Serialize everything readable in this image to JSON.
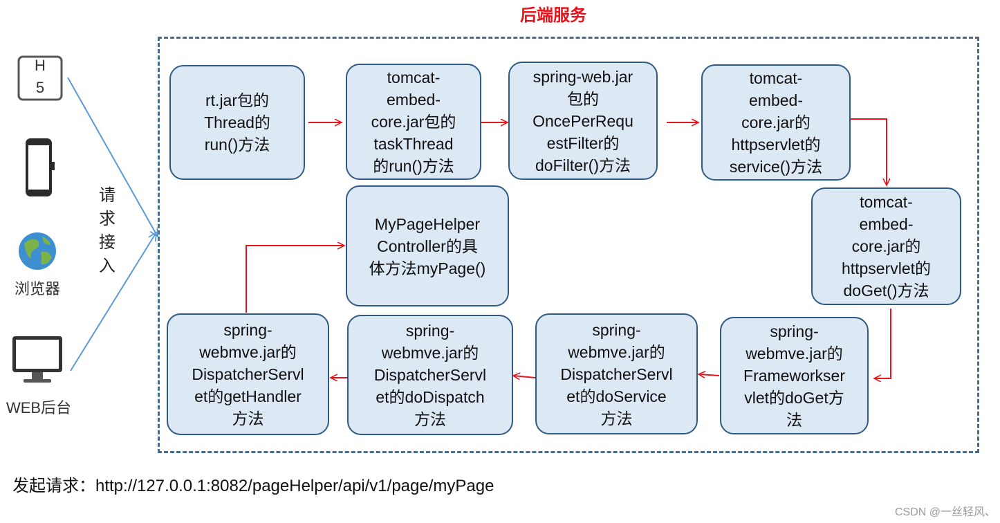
{
  "title": "后端服务",
  "clients": [
    {
      "icon": "h5-icon",
      "h5_line1": "H",
      "h5_line2": "5"
    },
    {
      "icon": "phone-icon"
    },
    {
      "icon": "globe-icon",
      "label": "浏览器"
    },
    {
      "icon": "monitor-icon",
      "label": "WEB后台"
    }
  ],
  "request_label": "请\n求\n接\n入",
  "steps": [
    "rt.jar包的\nThread的\nrun()方法",
    "tomcat-\nembed-\ncore.jar包的\ntaskThread\n的run()方法",
    "spring-web.jar\n包的\nOncePerRequ\nestFilter的\ndoFilter()方法",
    "tomcat-\nembed-\ncore.jar的\nhttpservlet的\nservice()方法",
    "tomcat-\nembed-\ncore.jar的\nhttpservlet的\ndoGet()方法",
    "spring-\nwebmve.jar的\nFrameworkser\nvlet的doGet方\n法",
    "spring-\nwebmve.jar的\nDispatcherServl\net的doService\n方法",
    "spring-\nwebmve.jar的\nDispatcherServl\net的doDispatch\n方法",
    "spring-\nwebmve.jar的\nDispatcherServl\net的getHandler\n方法",
    "MyPageHelper\nController的具\n体方法myPage()"
  ],
  "url_label": "发起请求：http://127.0.0.1:8082/pageHelper/api/v1/page/myPage",
  "watermark": "CSDN @一丝轻风、",
  "colors": {
    "accent": "#e8141b",
    "box_fill": "#dde8f5",
    "box_border": "#2e5a85",
    "frame": "#4a6a8a",
    "client_arrow": "#5b9bd5"
  }
}
